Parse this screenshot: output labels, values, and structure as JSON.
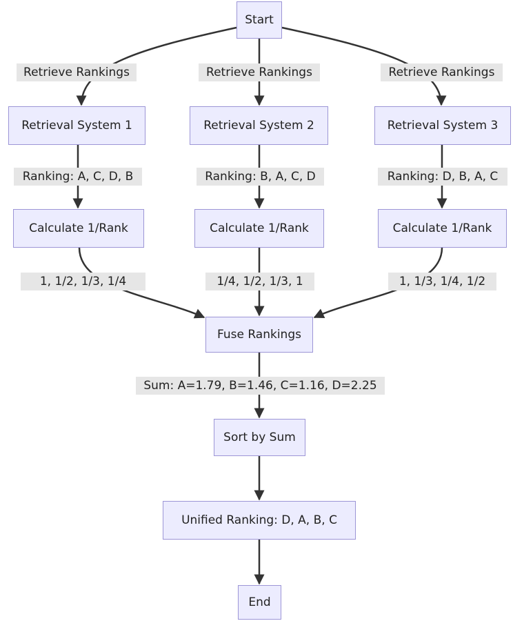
{
  "nodes": {
    "start": "Start",
    "retrieval_system_1": "Retrieval System 1",
    "retrieval_system_2": "Retrieval System 2",
    "retrieval_system_3": "Retrieval System 3",
    "calculate_1": "Calculate 1/Rank",
    "calculate_2": "Calculate 1/Rank",
    "calculate_3": "Calculate 1/Rank",
    "fuse": "Fuse Rankings",
    "sort": "Sort by Sum",
    "unified": "Unified Ranking: D, A, B, C",
    "end": "End"
  },
  "edge_labels": {
    "retrieve_1": "Retrieve Rankings",
    "retrieve_2": "Retrieve Rankings",
    "retrieve_3": "Retrieve Rankings",
    "ranking_1": "Ranking: A, C, D, B",
    "ranking_2": "Ranking: B, A, C, D",
    "ranking_3": "Ranking: D, B, A, C",
    "inverse_1": "1, 1/2, 1/3, 1/4",
    "inverse_2": "1/4, 1/2, 1/3, 1",
    "inverse_3": "1, 1/3, 1/4, 1/2",
    "sum": "Sum: A=1.79, B=1.46, C=1.16, D=2.25"
  },
  "colors": {
    "node_fill": "#ececfe",
    "node_border": "#9c95d6",
    "edge_label_background": "#e6e6e6",
    "edge_line": "#333333"
  }
}
